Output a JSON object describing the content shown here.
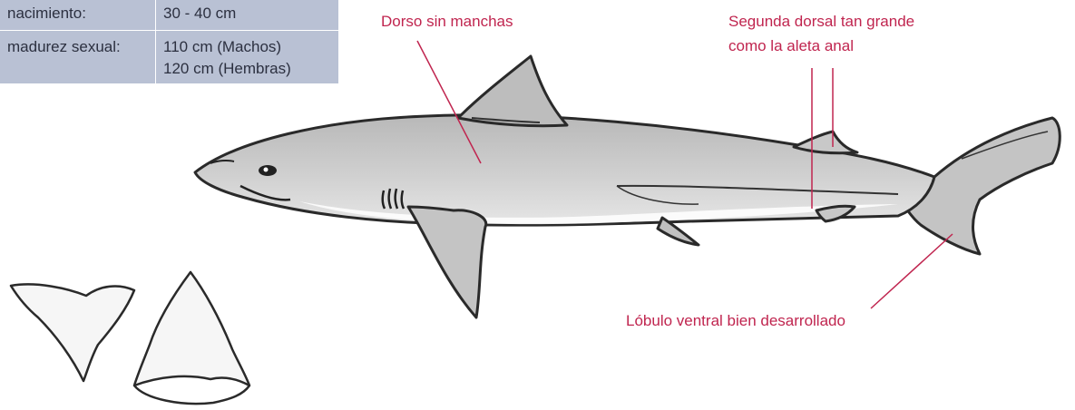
{
  "info_table": {
    "rows": [
      {
        "label": "nacimiento:",
        "value_line1": "30 - 40 cm",
        "value_line2": ""
      },
      {
        "label": "madurez sexual:",
        "value_line1": "110 cm (Machos)",
        "value_line2": "120 cm (Hembras)"
      }
    ]
  },
  "annotations": {
    "dorso": "Dorso sin manchas",
    "segunda_dorsal_1": "Segunda dorsal tan grande",
    "segunda_dorsal_2": "como la aleta anal",
    "lobulo": "Lóbulo ventral bien desarrollado"
  },
  "colors": {
    "annotation": "#c0254f",
    "table_bg": "#b9c1d4",
    "table_text": "#2c3040"
  }
}
